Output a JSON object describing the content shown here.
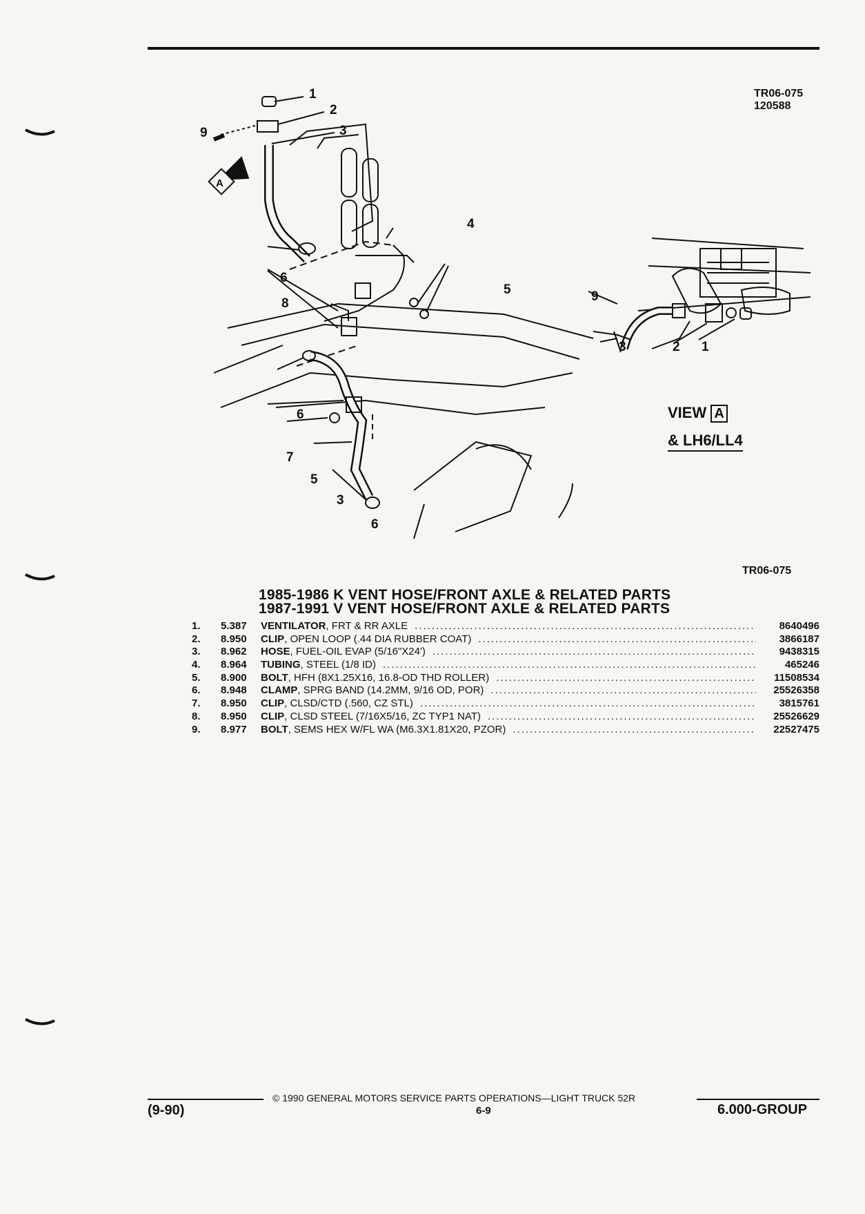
{
  "header": {
    "ref_code": "TR06-075",
    "ref_date": "120588"
  },
  "diagram": {
    "callouts_main": [
      "1",
      "2",
      "3",
      "9",
      "4",
      "5",
      "6",
      "8",
      "6",
      "7",
      "5",
      "3",
      "6"
    ],
    "callouts_inset": [
      "9",
      "3",
      "2",
      "1"
    ],
    "view_marker_letter": "A",
    "view_label_prefix": "VIEW",
    "view_label_letter": "A",
    "view_label_sub": "& LH6/LL4",
    "figure_ref": "TR06-075"
  },
  "titles": {
    "line1": "1985-1986 K VENT HOSE/FRONT AXLE & RELATED PARTS",
    "line2": "1987-1991 V VENT HOSE/FRONT AXLE & RELATED PARTS"
  },
  "parts": [
    {
      "num": "1.",
      "code": "5.387",
      "name": "VENTILATOR",
      "desc": ", FRT & RR AXLE",
      "part_no": "8640496"
    },
    {
      "num": "2.",
      "code": "8.950",
      "name": "CLIP",
      "desc": ", OPEN LOOP (.44 DIA RUBBER COAT)",
      "part_no": "3866187"
    },
    {
      "num": "3.",
      "code": "8.962",
      "name": "HOSE",
      "desc": ", FUEL-OIL EVAP (5/16\"X24')",
      "part_no": "9438315"
    },
    {
      "num": "4.",
      "code": "8.964",
      "name": "TUBING",
      "desc": ", STEEL (1/8 ID)",
      "part_no": "465246"
    },
    {
      "num": "5.",
      "code": "8.900",
      "name": "BOLT",
      "desc": ", HFH (8X1.25X16, 16.8-OD THD ROLLER)",
      "part_no": "11508534"
    },
    {
      "num": "6.",
      "code": "8.948",
      "name": "CLAMP",
      "desc": ", SPRG BAND (14.2MM, 9/16 OD, POR)",
      "part_no": "25526358"
    },
    {
      "num": "7.",
      "code": "8.950",
      "name": "CLIP",
      "desc": ", CLSD/CTD (.560, CZ STL)",
      "part_no": "3815761"
    },
    {
      "num": "8.",
      "code": "8.950",
      "name": "CLIP",
      "desc": ", CLSD STEEL (7/16X5/16, ZC TYP1 NAT)",
      "part_no": "25526629"
    },
    {
      "num": "9.",
      "code": "8.977",
      "name": "BOLT",
      "desc": ", SEMS HEX W/FL WA (M6.3X1.81X20, PZOR)",
      "part_no": "22527475"
    }
  ],
  "footer": {
    "copyright": "© 1990 GENERAL MOTORS SERVICE PARTS OPERATIONS—LIGHT TRUCK 52R",
    "edition": "(9-90)",
    "page": "6-9",
    "group": "6.000-GROUP"
  }
}
